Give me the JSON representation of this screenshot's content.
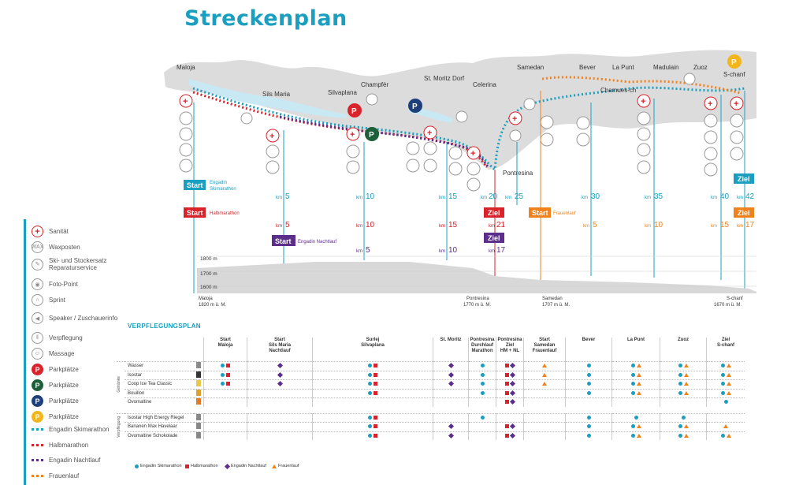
{
  "title": "Streckenplan",
  "places": [
    "Maloja",
    "Sils Maria",
    "Silvaplana",
    "Champfèr",
    "St. Moritz Dorf",
    "Celerina",
    "Pontresina",
    "Samedan",
    "Bever",
    "La Punt",
    "Chamues-ch",
    "Madulain",
    "Zuoz",
    "S-chanf"
  ],
  "start_labels": {
    "skimarathon": {
      "box": "Start",
      "text1": "Engadin",
      "text2": "Skimarathon"
    },
    "halbmarathon": {
      "box": "Start",
      "text": "Halbmarathon"
    },
    "nachtlauf": {
      "box": "Start",
      "text": "Engadin Nachtlauf"
    },
    "frauenlauf": {
      "box": "Start",
      "text": "Frauenlauf"
    },
    "ziel": "Ziel"
  },
  "km_unit": "km",
  "km_blue": [
    "5",
    "10",
    "15",
    "20",
    "25",
    "30",
    "35",
    "40",
    "42"
  ],
  "km_red": [
    "5",
    "10",
    "15",
    "21",
    "5",
    "10",
    "15"
  ],
  "km_purple": [
    "5",
    "10",
    "17"
  ],
  "km_orange": [
    "17"
  ],
  "profile": {
    "levels": [
      "1800 m",
      "1700 m",
      "1600 m"
    ],
    "maloja": [
      "Maloja",
      "1820 m ü. M."
    ],
    "pontresina": [
      "Pontresina",
      "1770 m ü. M."
    ],
    "samedan": [
      "Samedan",
      "1707 m ü. M."
    ],
    "schanf": [
      "S-chanf",
      "1670 m ü. M."
    ]
  },
  "legend": [
    {
      "icon": "sanitaet-icon",
      "label": "Sanität"
    },
    {
      "icon": "wax-icon",
      "label": "Waxposten",
      "glyph": "WAX"
    },
    {
      "icon": "repair-icon",
      "label": "Ski- und Stockersatz Reparaturservice",
      "glyph": "✎"
    },
    {
      "icon": "camera-icon",
      "label": "Foto-Point",
      "glyph": "◉"
    },
    {
      "icon": "sprint-icon",
      "label": "Sprint",
      "glyph": "∩"
    },
    {
      "icon": "speaker-icon",
      "label": "Speaker / Zuschauerinfo",
      "glyph": "◀"
    },
    {
      "icon": "verpflegung-icon",
      "label": "Verpflegung",
      "glyph": "ǁ"
    },
    {
      "icon": "massage-icon",
      "label": "Massage",
      "glyph": "☺"
    },
    {
      "icon": "parking-red-icon",
      "label": "Parkplätze",
      "color": "#d8232a"
    },
    {
      "icon": "parking-green-icon",
      "label": "Parkplätze",
      "color": "#1e5f3a"
    },
    {
      "icon": "parking-blue-icon",
      "label": "Parkplätze",
      "color": "#1d3f7a"
    },
    {
      "icon": "parking-yellow-icon",
      "label": "Parkplätze",
      "color": "#f2b51c"
    },
    {
      "icon": "line-blue",
      "label": "Engadin Skimarathon",
      "color": "#1a9fc0"
    },
    {
      "icon": "line-red",
      "label": "Halbmarathon",
      "color": "#d8232a"
    },
    {
      "icon": "line-purple",
      "label": "Engadin Nachtlauf",
      "color": "#5b2e8c"
    },
    {
      "icon": "line-orange",
      "label": "Frauenlauf",
      "color": "#f0821e"
    }
  ],
  "verpflegung": {
    "title": "VERPFLEGUNGSPLAN",
    "columns": [
      [
        "Start",
        "Maloja"
      ],
      [
        "Start",
        "Sils Maria",
        "Nachtlauf"
      ],
      [
        "Surlej",
        "Silvaplana"
      ],
      [
        "St. Moritz"
      ],
      [
        "Pontresina",
        "Durchlauf",
        "Marathon"
      ],
      [
        "Pontresina",
        "Ziel",
        "HM + NL"
      ],
      [
        "Start",
        "Samedan",
        "Frauenlauf"
      ],
      [
        "Bever"
      ],
      [
        "La Punt"
      ],
      [
        "Zuoz"
      ],
      [
        "Ziel",
        "S-chanf"
      ]
    ],
    "group1": "Getränke",
    "group2": "Verpflegung",
    "rows": [
      {
        "label": "Wasser",
        "cells": [
          "bs",
          "d",
          "bs",
          "d",
          "b",
          "sd",
          "t",
          "b",
          "bt",
          "bt",
          "bt"
        ]
      },
      {
        "label": "Isostar",
        "cells": [
          "bs",
          "d",
          "bs",
          "d",
          "b",
          "sd",
          "t",
          "b",
          "bt",
          "bt",
          "bt"
        ]
      },
      {
        "label": "Coop Ice Tea Classic",
        "cells": [
          "bs",
          "d",
          "bs",
          "d",
          "b",
          "sd",
          "t",
          "b",
          "bt",
          "bt",
          "bt"
        ]
      },
      {
        "label": "Bouillon",
        "cells": [
          "",
          "",
          "bs",
          "",
          "b",
          "sd",
          "",
          "b",
          "bt",
          "bt",
          "bt"
        ]
      },
      {
        "label": "Ovomaltine",
        "cells": [
          "",
          "",
          "",
          "",
          "",
          "sd",
          "",
          "",
          "",
          "",
          "b"
        ]
      },
      {
        "label": "Isostar High Energy Riegel",
        "cells": [
          "",
          "",
          "bs",
          "",
          "b",
          "",
          "",
          "b",
          "b",
          "b",
          ""
        ]
      },
      {
        "label": "Bananen Max Havelaar",
        "cells": [
          "",
          "",
          "bs",
          "d",
          "",
          "sd",
          "",
          "b",
          "bt",
          "bt",
          "t"
        ]
      },
      {
        "label": "Ovomaltine Schokolade",
        "cells": [
          "",
          "",
          "bs",
          "d",
          "",
          "sd",
          "",
          "b",
          "bt",
          "bt",
          "bt"
        ]
      }
    ],
    "footer": [
      "Engadin Skimarathon",
      "Halbmarathon",
      "Engadin Nachtlauf",
      "Frauenlauf"
    ]
  },
  "colors": {
    "blue": "#1a9fc0",
    "red": "#d8232a",
    "purple": "#5b2e8c",
    "orange": "#f0821e"
  }
}
